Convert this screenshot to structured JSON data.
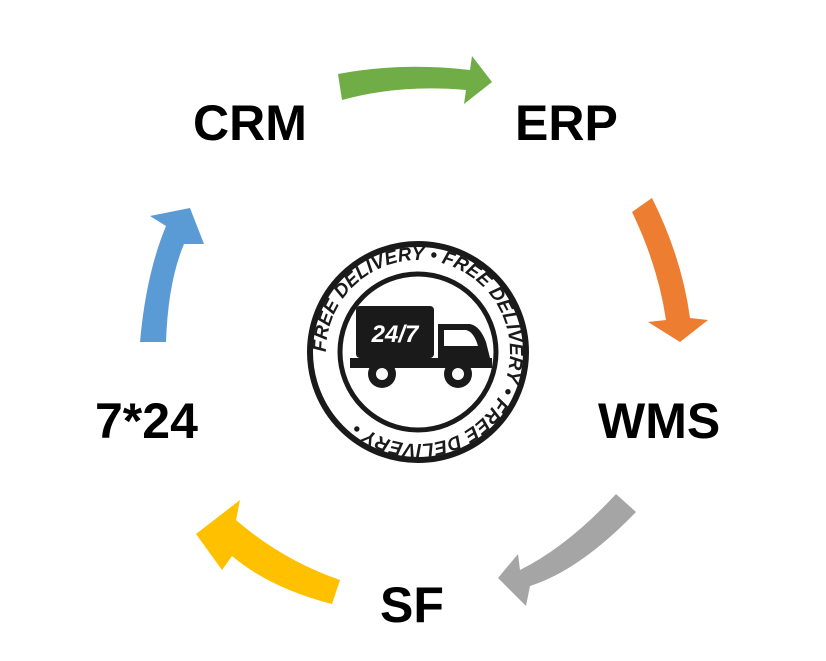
{
  "nodes": {
    "crm": "CRM",
    "erp": "ERP",
    "wms": "WMS",
    "sf": "SF",
    "support": "7*24"
  },
  "badge": {
    "ring_text": "FREE DELIVERY • FREE DELIVERY • FREE DELIVERY • ",
    "truck_text": "24/7"
  },
  "colors": {
    "arrow_crm_erp": "#70AD47",
    "arrow_erp_wms": "#ED7D31",
    "arrow_wms_sf": "#A5A5A5",
    "arrow_sf_724": "#FFC000",
    "arrow_724_crm": "#5B9BD5",
    "badge": "#1a1a1a"
  }
}
